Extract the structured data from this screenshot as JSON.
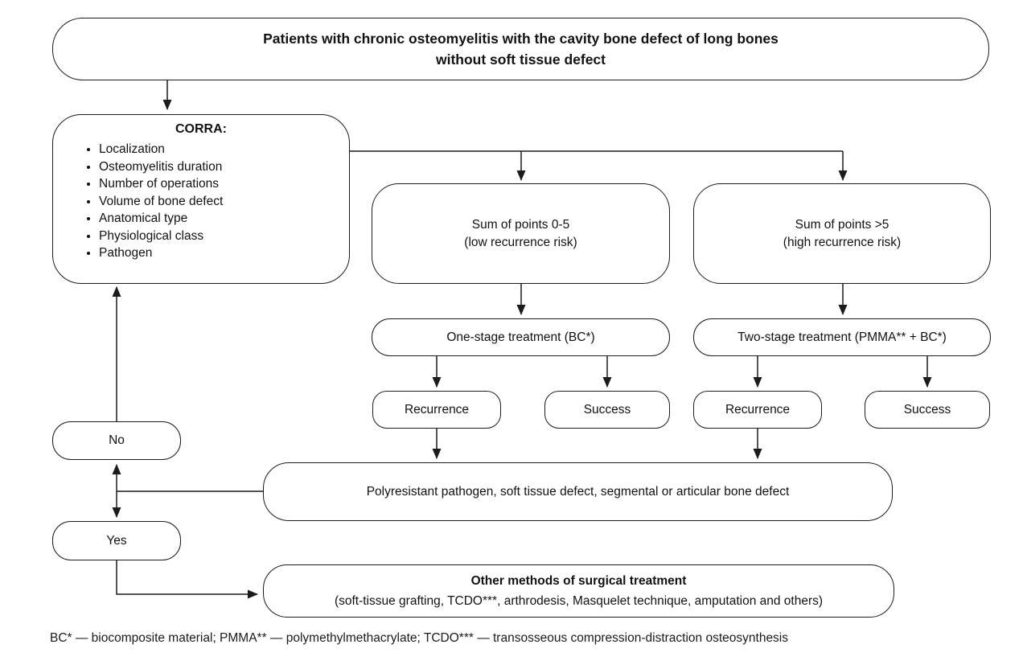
{
  "diagram": {
    "title": {
      "line1": "Patients with chronic osteomyelitis with the cavity bone defect of long bones",
      "line2": "without soft tissue defect"
    },
    "corra": {
      "heading": "CORRA:",
      "items": [
        "Localization",
        "Osteomyelitis duration",
        "Number of operations",
        "Volume of bone defect",
        "Anatomical type",
        "Physiological class",
        "Pathogen"
      ]
    },
    "sum_low": {
      "line1": "Sum of points 0-5",
      "line2": "(low recurrence risk)"
    },
    "sum_high": {
      "line1": "Sum of points >5",
      "line2": "(high recurrence risk)"
    },
    "one_stage": "One-stage treatment (BC*)",
    "two_stage": "Two-stage treatment (PMMA** + BC*)",
    "outcomes": {
      "recurrence_low": "Recurrence",
      "success_low": "Success",
      "recurrence_high": "Recurrence",
      "success_high": "Success"
    },
    "decision": {
      "no": "No",
      "yes": "Yes"
    },
    "polyresistant": "Polyresistant pathogen, soft tissue defect, segmental or articular bone defect",
    "other_methods": {
      "line1": "Other methods of surgical treatment",
      "line2": "(soft-tissue grafting, TCDO***, arthrodesis, Masquelet technique, amputation and others)"
    },
    "footnote": "BC* — biocomposite material; PMMA** — polymethylmethacrylate; TCDO*** — transosseous compression-distraction osteosynthesis",
    "colors": {
      "line": "#1c1c1c",
      "text": "#121212",
      "background": "#ffffff"
    }
  }
}
